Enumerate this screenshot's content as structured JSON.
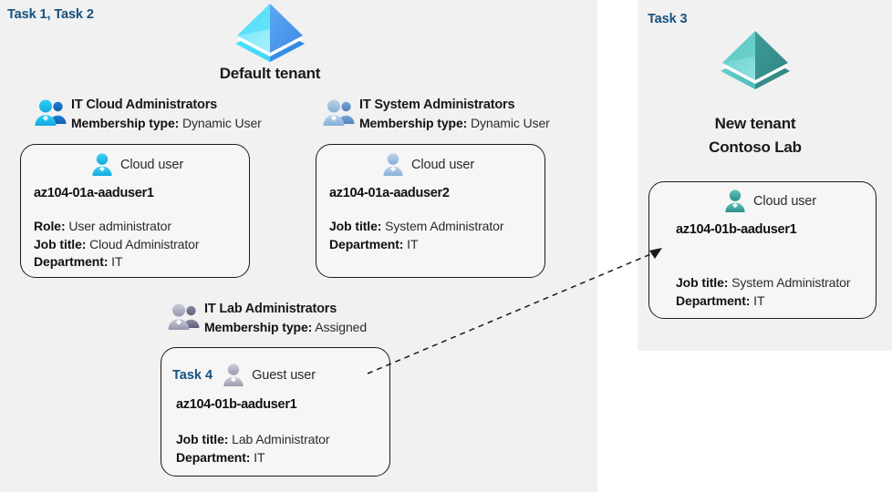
{
  "colors": {
    "panel_bg": "#f1f1f1",
    "page_bg": "#ffffff",
    "task_label": "#15517e",
    "card_border": "#1a1a1a",
    "text": "#2b2b2b",
    "text_bold": "#111111",
    "tenant_blue_light": "#4fd2f7",
    "tenant_blue_dark": "#3f8fe8",
    "tenant_teal_light": "#5ecfcb",
    "tenant_teal_dark": "#2f8f8c",
    "group_icon_cyan": "#17b6ea",
    "group_icon_blue_muted": "#8fb4dc",
    "group_icon_gray": "#9a9ab0",
    "user_icon_cyan": "#29bfe6",
    "user_icon_blue_muted": "#9fc0e0",
    "user_icon_gray": "#b0b0bd",
    "user_icon_teal": "#3fa9a6",
    "arrow": "#1a1a1a"
  },
  "left_panel": {
    "task_label": "Task 1, Task 2",
    "tenant": {
      "icon": "azure-tenant-pyramid-icon",
      "name": "Default tenant"
    },
    "groups": [
      {
        "icon": "group-users-icon",
        "title": "IT Cloud Administrators",
        "meta_label": "Membership type:",
        "meta_value": "Dynamic User",
        "card": {
          "user_icon": "cloud-user-icon",
          "user_type": "Cloud user",
          "upn": "az104-01a-aaduser1",
          "props": [
            {
              "label": "Role:",
              "value": "User administrator"
            },
            {
              "label": "Job title:",
              "value": "Cloud Administrator"
            },
            {
              "label": "Department:",
              "value": "IT"
            }
          ]
        }
      },
      {
        "icon": "group-users-icon",
        "title": "IT System Administrators",
        "meta_label": "Membership type:",
        "meta_value": "Dynamic User",
        "card": {
          "user_icon": "cloud-user-icon",
          "user_type": "Cloud user",
          "upn": "az104-01a-aaduser2",
          "props": [
            {
              "label": "Job title:",
              "value": "System Administrator"
            },
            {
              "label": "Department:",
              "value": "IT"
            }
          ]
        }
      },
      {
        "icon": "group-users-icon",
        "title": "IT Lab Administrators",
        "meta_label": "Membership type:",
        "meta_value": "Assigned",
        "card": {
          "task_tag": "Task 4",
          "user_icon": "guest-user-icon",
          "user_type": "Guest user",
          "upn": "az104-01b-aaduser1",
          "props": [
            {
              "label": "Job title:",
              "value": "Lab Administrator"
            },
            {
              "label": "Department:",
              "value": "IT"
            }
          ]
        }
      }
    ]
  },
  "right_panel": {
    "task_label": "Task 3",
    "tenant": {
      "icon": "azure-tenant-pyramid-icon",
      "name_line1": "New  tenant",
      "name_line2": "Contoso Lab"
    },
    "card": {
      "user_icon": "cloud-user-icon",
      "user_type": "Cloud user",
      "upn": "az104-01b-aaduser1",
      "props": [
        {
          "label": "Job title:",
          "value": "System Administrator"
        },
        {
          "label": "Department:",
          "value": "IT"
        }
      ]
    }
  },
  "connector": {
    "name": "guest-user-invite-arrow",
    "style": "dashed",
    "from": "IT Lab Administrators guest user card",
    "to": "Contoso Lab cloud user card"
  }
}
